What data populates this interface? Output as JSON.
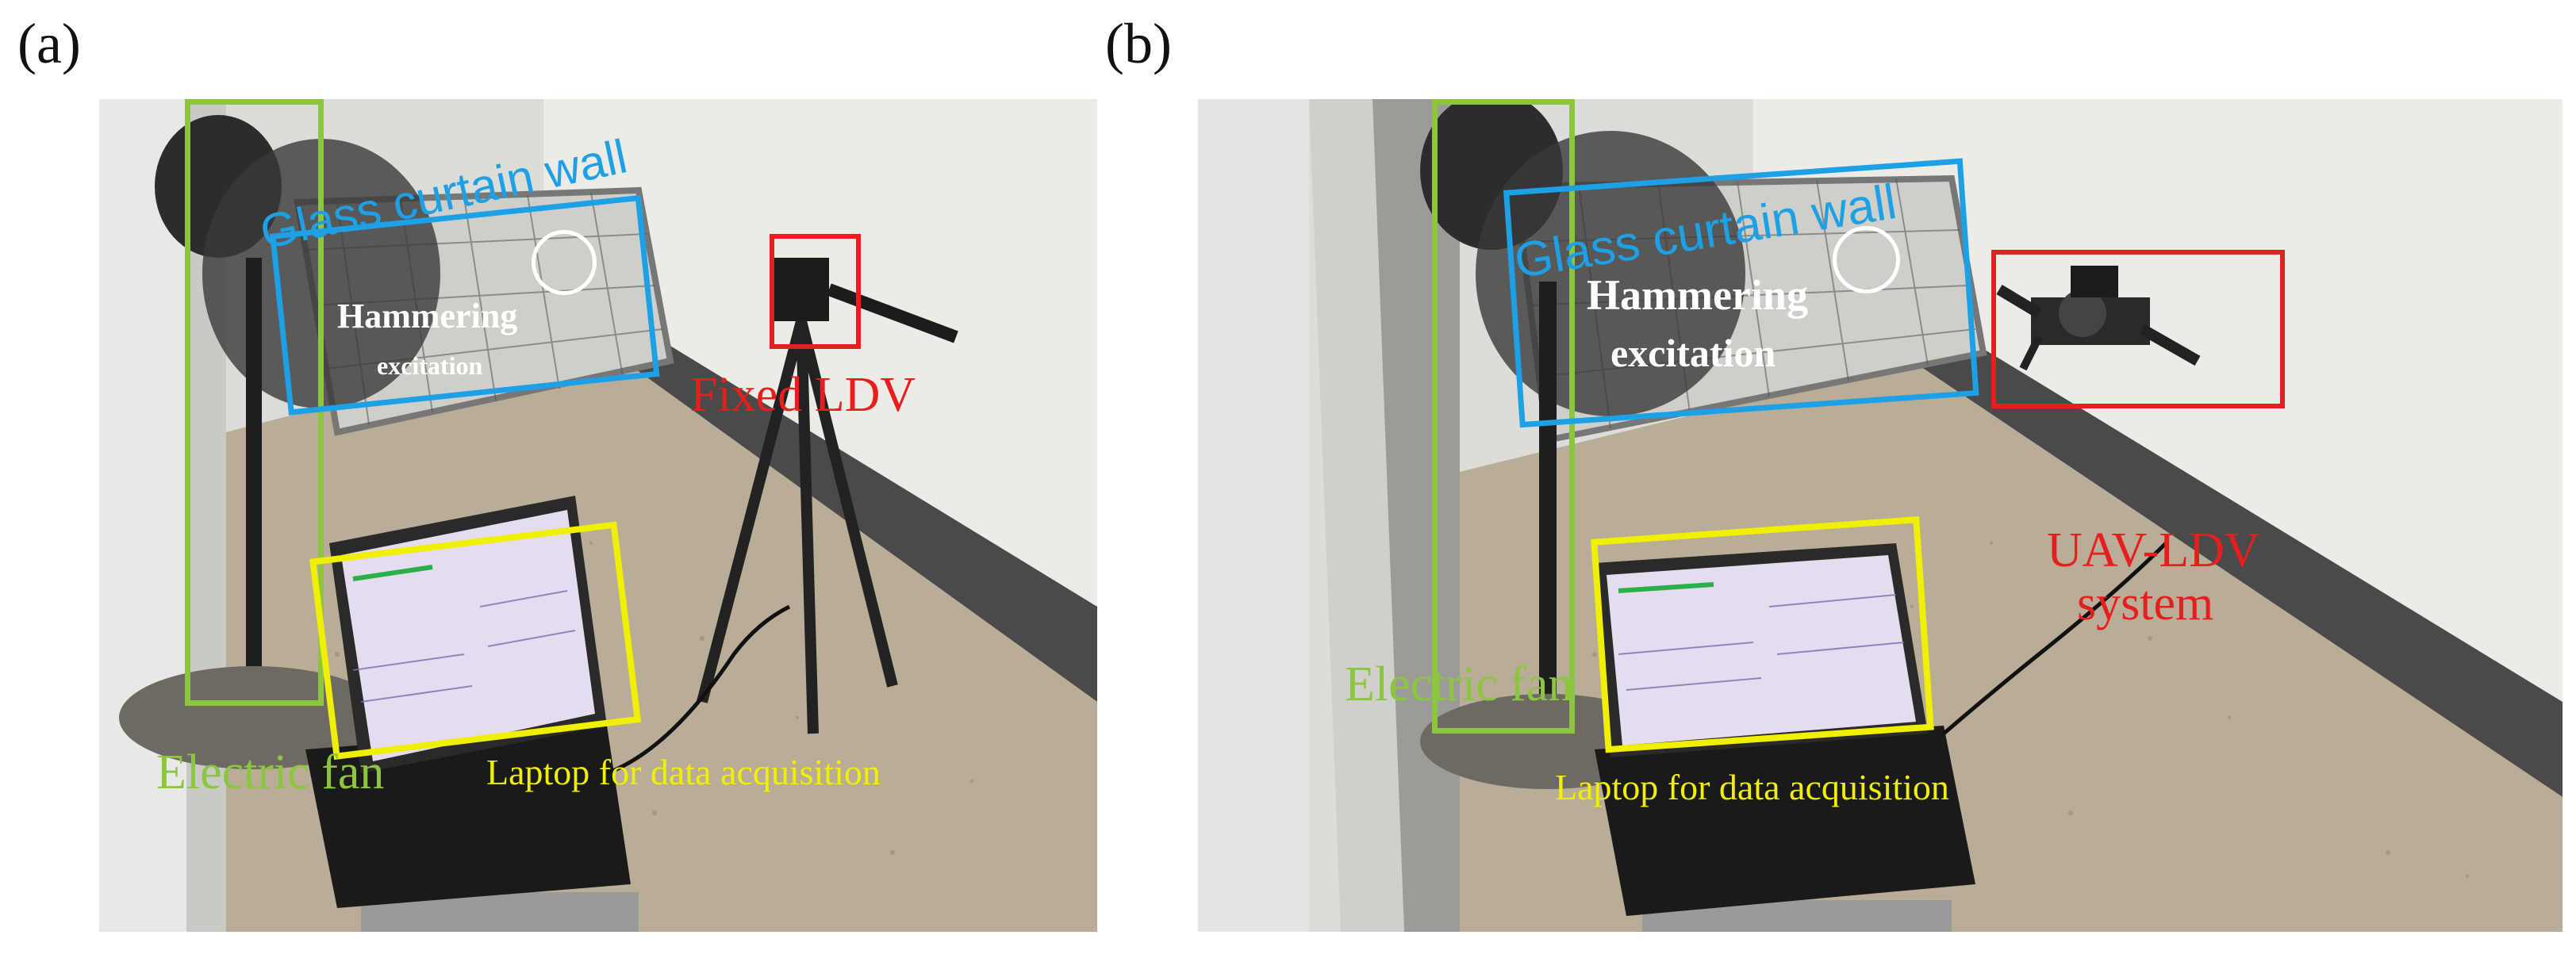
{
  "figure": {
    "panel_a": {
      "label": "(a)",
      "annotations": {
        "glass_wall": "Glass curtain wall",
        "hammering_line1": "Hammering",
        "hammering_line2": "excitation",
        "fixed_ldv": "Fixed LDV",
        "electric_fan": "Electric fan",
        "laptop": "Laptop for data acquisition"
      }
    },
    "panel_b": {
      "label": "(b)",
      "annotations": {
        "glass_wall": "Glass curtain wall",
        "hammering_line1": "Hammering",
        "hammering_line2": "excitation",
        "uav_ldv_line1": "UAV-LDV",
        "uav_ldv_line2": "system",
        "electric_fan": "Electric fan",
        "laptop": "Laptop for data acquisition"
      }
    },
    "colors": {
      "green": "#8cc63f",
      "blue": "#1ea0e6",
      "red": "#e61e1e",
      "yellow": "#f0f000",
      "white": "#ffffff"
    }
  }
}
